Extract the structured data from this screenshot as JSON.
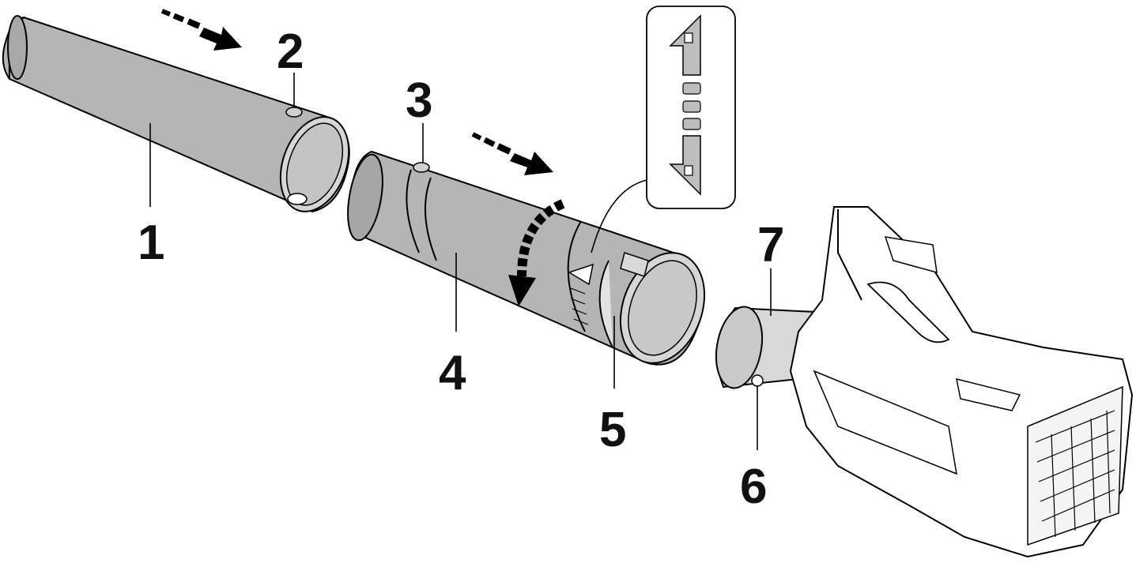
{
  "callouts": {
    "c1": "1",
    "c2": "2",
    "c3": "3",
    "c4": "4",
    "c5": "5",
    "c6": "6",
    "c7": "7"
  },
  "colors": {
    "pipe_fill": "#b5b5b5",
    "pipe_dark": "#9a9a9a",
    "inset_fill": "#bdbdbd",
    "outline": "#000000",
    "background": "#ffffff"
  },
  "icons": [
    "arrow-right-icon",
    "arrow-right-icon",
    "rotate-arrow-icon",
    "lock-icon",
    "unlock-icon"
  ]
}
